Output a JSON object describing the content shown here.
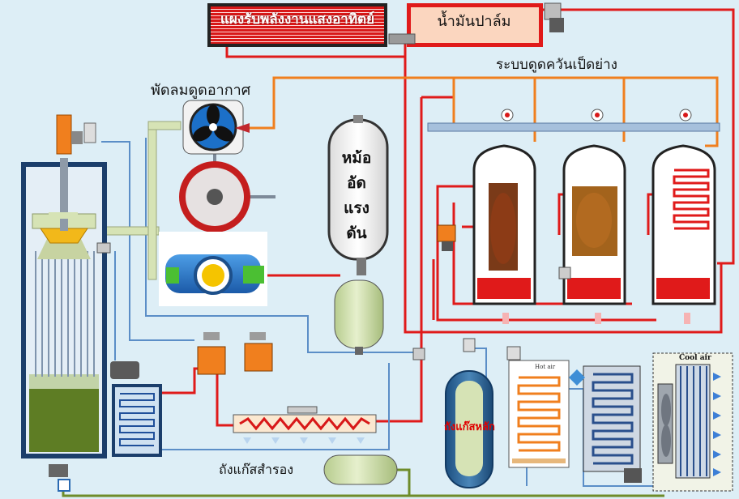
{
  "labels": {
    "solar_collector": "แผงรับพลังงานแสงอาทิตย์",
    "palm_oil": "น้ำมันปาล์ม",
    "smoking_system": "ระบบดูดควันเป็ดย่าง",
    "air_fan": "พัดลมดูดอากาศ",
    "pressure_vessel": [
      "หม้อ",
      "อัด",
      "แรง",
      "ดัน"
    ],
    "main_gas_tank": "ถังแก๊สหลัก",
    "reserve_gas_tank": "ถังแก๊สสำรอง",
    "cool_air": "Cool air",
    "hot_air": "Hot air"
  },
  "colors": {
    "background": "#ddeef6",
    "hot_line": "#e01a1a",
    "warm_line": "#f07f1e",
    "cool_line": "#5b8ec7",
    "gas_line": "#6e8c2a",
    "tank_fill": "#d4e3b6",
    "valve_body": "#f07f1e"
  },
  "icons": [
    "solar-panel-icon",
    "fan-icon",
    "pump-icon",
    "valve-icon",
    "gauge-icon",
    "roast-duck-image",
    "radiator-icon",
    "cooling-fan-icon"
  ]
}
